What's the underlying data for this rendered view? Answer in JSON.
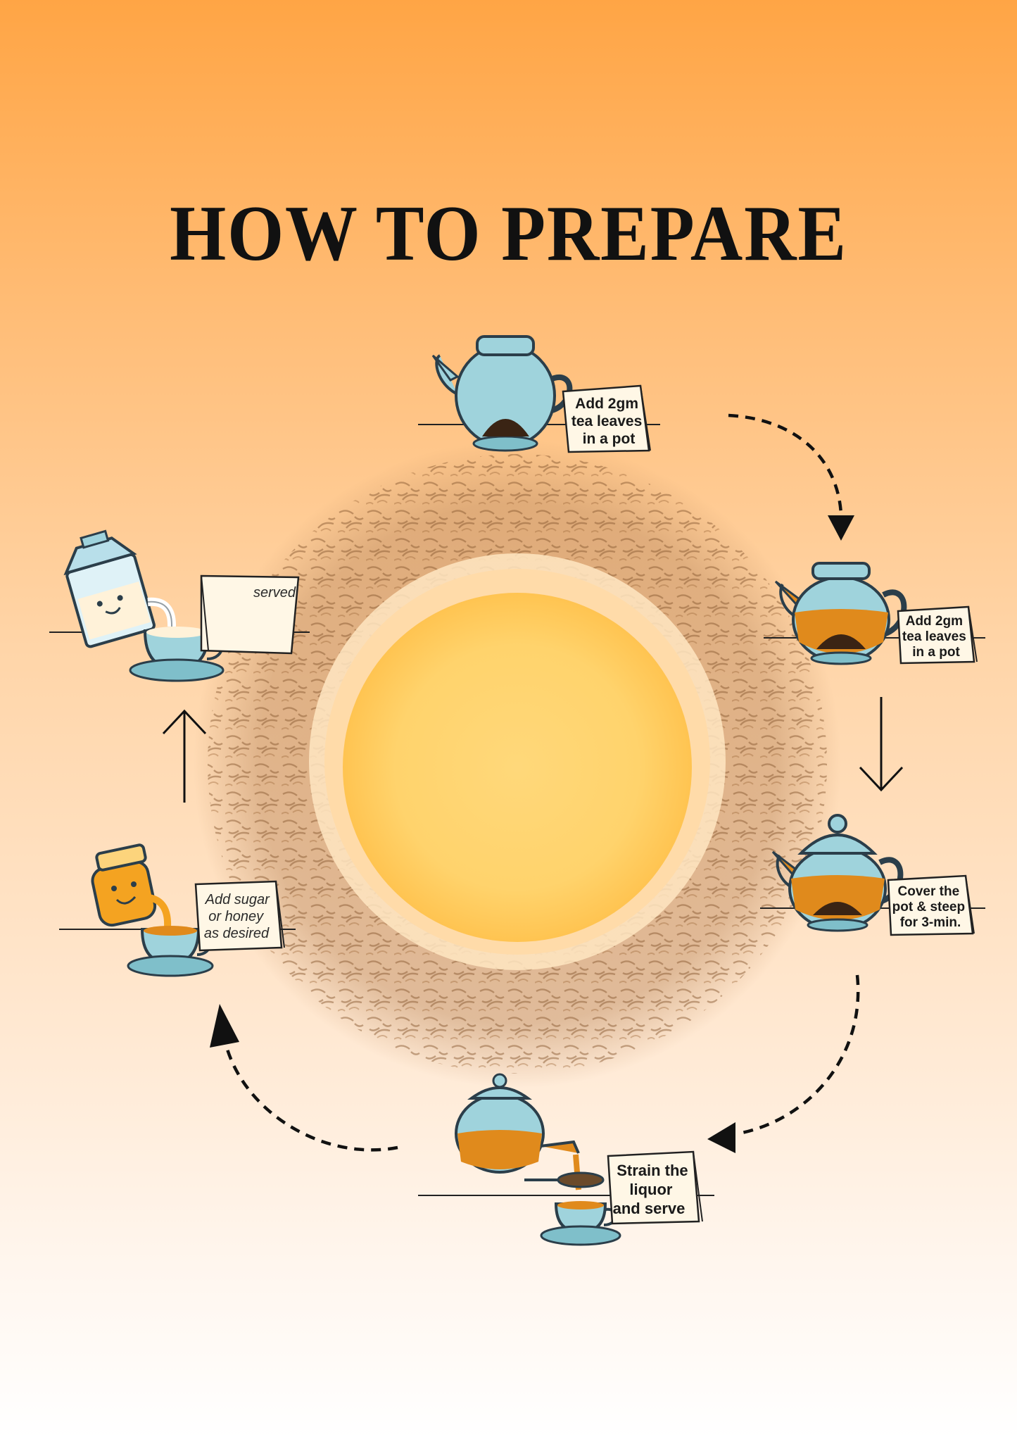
{
  "title": "HOW TO PREPARE",
  "steps": [
    {
      "lines": [
        "Add 2gm",
        "tea leaves",
        "in a pot"
      ]
    },
    {
      "lines": [
        "Add 2gm",
        "tea leaves",
        "in a pot"
      ]
    },
    {
      "lines": [
        "Cover the",
        "pot & steep",
        "for 3-min."
      ]
    },
    {
      "lines": [
        "Strain the",
        "liquor",
        "and serve"
      ]
    },
    {
      "lines": [
        "Add sugar",
        "or honey",
        "as desired"
      ]
    },
    {
      "lines": [
        "served"
      ]
    }
  ],
  "colors": {
    "pot_glass": "#9fd3dc",
    "pot_outline": "#2b3e4a",
    "tea_liquor": "#e08a1c",
    "leaves": "#3a2414",
    "card": "#fff7e6",
    "honey": "#f4a321",
    "arrow": "#111111"
  }
}
